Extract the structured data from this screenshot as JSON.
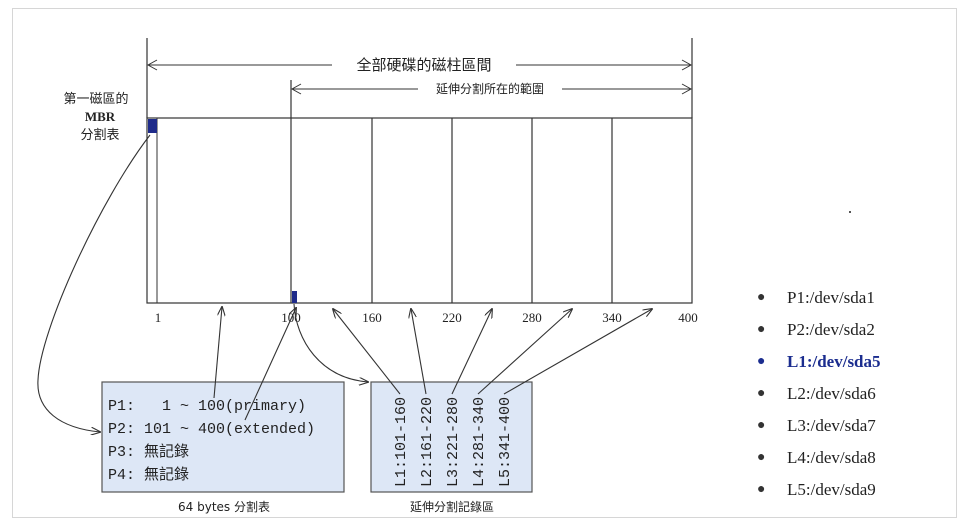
{
  "diagram": {
    "whole_disk_label": "全部硬碟的磁柱區間",
    "extended_range_label": "延伸分割所在的範圍",
    "mbr_label": {
      "line1": "第一磁區的",
      "line2": "MBR",
      "line3": "分割表"
    },
    "cylinder_ticks": [
      "1",
      "100",
      "160",
      "220",
      "280",
      "340",
      "400"
    ],
    "partition_table": {
      "rows": [
        "P1:   1 ~ 100(primary)",
        "P2: 101 ~ 400(extended)",
        "P3: 無記錄",
        "P4: 無記錄"
      ],
      "caption": "64 bytes 分割表",
      "colors": {
        "fill": "#dde7f6",
        "border": "#555555"
      }
    },
    "extended_records": {
      "entries": [
        "L1:101-160",
        "L2:161-220",
        "L3:221-280",
        "L4:281-340",
        "L5:341-400"
      ],
      "caption": "延伸分割記錄區"
    },
    "marker_color": "#1f2b8a"
  },
  "device_list": [
    {
      "label": "P1:/dev/sda1",
      "highlight": false
    },
    {
      "label": "P2:/dev/sda2",
      "highlight": false
    },
    {
      "label": "L1:/dev/sda5",
      "highlight": true
    },
    {
      "label": "L2:/dev/sda6",
      "highlight": false
    },
    {
      "label": "L3:/dev/sda7",
      "highlight": false
    },
    {
      "label": "L4:/dev/sda8",
      "highlight": false
    },
    {
      "label": "L5:/dev/sda9",
      "highlight": false
    }
  ],
  "highlight_color": "#1b2d8f"
}
